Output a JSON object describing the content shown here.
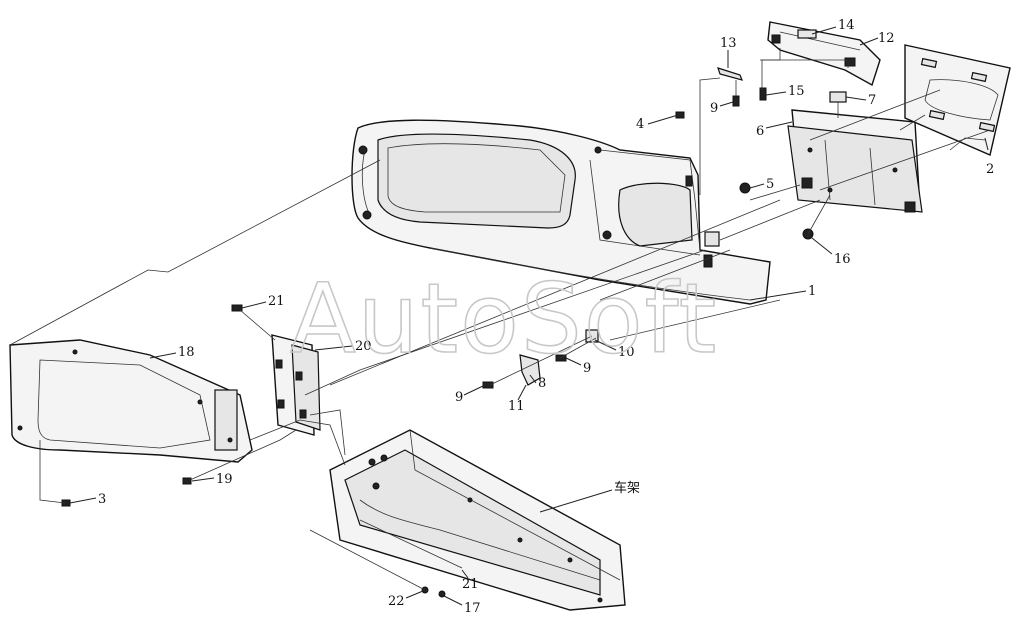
{
  "watermark": "AutoSoft",
  "callouts": [
    {
      "id": "c1",
      "text": "1"
    },
    {
      "id": "c2",
      "text": "2"
    },
    {
      "id": "c3",
      "text": "3"
    },
    {
      "id": "c4",
      "text": "4"
    },
    {
      "id": "c5",
      "text": "5"
    },
    {
      "id": "c6",
      "text": "6"
    },
    {
      "id": "c7",
      "text": "7"
    },
    {
      "id": "c8",
      "text": "8"
    },
    {
      "id": "c9a",
      "text": "9"
    },
    {
      "id": "c9b",
      "text": "9"
    },
    {
      "id": "c9c",
      "text": "9"
    },
    {
      "id": "c10",
      "text": "10"
    },
    {
      "id": "c11",
      "text": "11"
    },
    {
      "id": "c12",
      "text": "12"
    },
    {
      "id": "c13",
      "text": "13"
    },
    {
      "id": "c14",
      "text": "14"
    },
    {
      "id": "c15",
      "text": "15"
    },
    {
      "id": "c16",
      "text": "16"
    },
    {
      "id": "c17",
      "text": "17"
    },
    {
      "id": "c18",
      "text": "18"
    },
    {
      "id": "c19",
      "text": "19"
    },
    {
      "id": "c20",
      "text": "20"
    },
    {
      "id": "c21a",
      "text": "21"
    },
    {
      "id": "c21b",
      "text": "21"
    },
    {
      "id": "c22",
      "text": "22"
    },
    {
      "id": "frame",
      "text": "车架"
    }
  ]
}
